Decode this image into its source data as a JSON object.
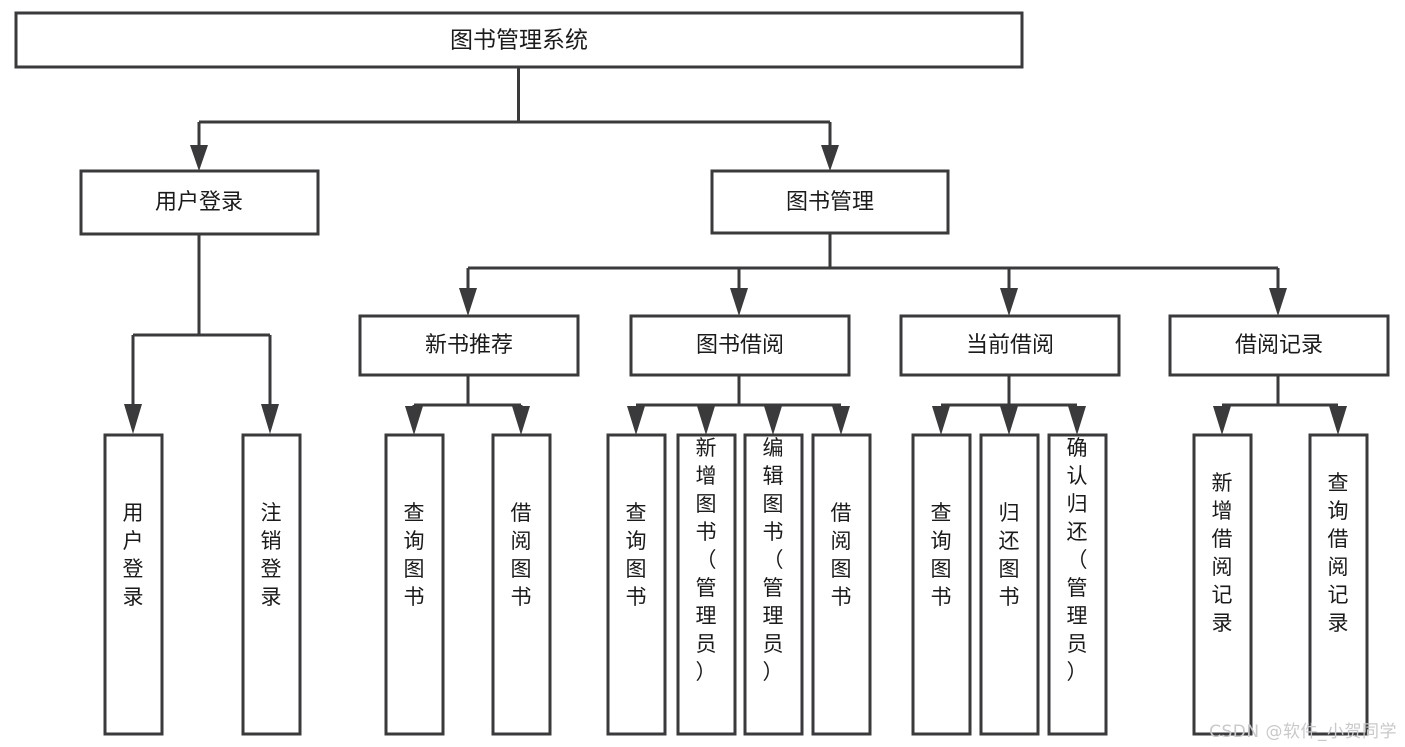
{
  "diagram": {
    "type": "tree",
    "title": "图书管理系统",
    "orientation": "top-down",
    "colors": {
      "background": "#ffffff",
      "box_stroke": "#3a3a3c",
      "box_fill": "#ffffff",
      "text": "#1b1b1d",
      "watermark": "#c9c9cc"
    },
    "root": {
      "label": "图书管理系统",
      "level": 0
    },
    "level1": [
      {
        "label": "用户登录",
        "level": 1
      },
      {
        "label": "图书管理",
        "level": 1
      }
    ],
    "level2": [
      {
        "label": "新书推荐",
        "level": 2,
        "parent": "图书管理"
      },
      {
        "label": "图书借阅",
        "level": 2,
        "parent": "图书管理"
      },
      {
        "label": "当前借阅",
        "level": 2,
        "parent": "图书管理"
      },
      {
        "label": "借阅记录",
        "level": 2,
        "parent": "图书管理"
      }
    ],
    "leaves": [
      {
        "label": "用户登录",
        "parent": "用户登录",
        "group": "user-login"
      },
      {
        "label": "注销登录",
        "parent": "用户登录",
        "group": "user-login"
      },
      {
        "label": "查询图书",
        "parent": "新书推荐",
        "group": "new-book"
      },
      {
        "label": "借阅图书",
        "parent": "新书推荐",
        "group": "new-book"
      },
      {
        "label": "查询图书",
        "parent": "图书借阅",
        "group": "borrow"
      },
      {
        "label": "新增图书（管理员）",
        "parent": "图书借阅",
        "group": "borrow"
      },
      {
        "label": "编辑图书（管理员）",
        "parent": "图书借阅",
        "group": "borrow"
      },
      {
        "label": "借阅图书",
        "parent": "图书借阅",
        "group": "borrow"
      },
      {
        "label": "查询图书",
        "parent": "当前借阅",
        "group": "current"
      },
      {
        "label": "归还图书",
        "parent": "当前借阅",
        "group": "current"
      },
      {
        "label": "确认归还（管理员）",
        "parent": "当前借阅",
        "group": "current"
      },
      {
        "label": "新增借阅记录",
        "parent": "借阅记录",
        "group": "record"
      },
      {
        "label": "查询借阅记录",
        "parent": "借阅记录",
        "group": "record"
      }
    ]
  },
  "watermark": {
    "text": "CSDN @软件_小贺同学"
  }
}
